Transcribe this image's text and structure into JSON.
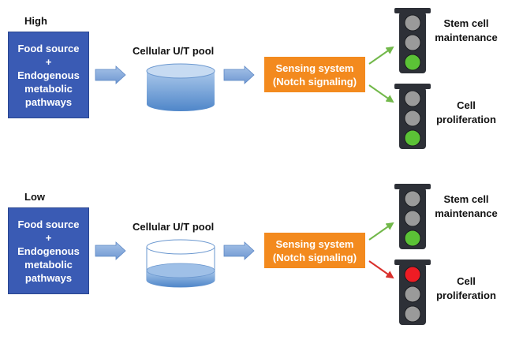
{
  "scenarios": [
    {
      "level": "High",
      "food": {
        "line1": "Food source",
        "line2": "+",
        "line3": "Endogenous",
        "line4": "metabolic",
        "line5": "pathways"
      },
      "pool_label": "Cellular U/T pool",
      "pool_fill": "high",
      "sensing": {
        "line1": "Sensing system",
        "line2": "(Notch signaling)"
      },
      "outcomes": [
        {
          "line1": "Stem cell",
          "line2": "maintenance",
          "light": "green"
        },
        {
          "line1": "Cell",
          "line2": "proliferation",
          "light": "green"
        }
      ]
    },
    {
      "level": "Low",
      "food": {
        "line1": "Food source",
        "line2": "+",
        "line3": "Endogenous",
        "line4": "metabolic",
        "line5": "pathways"
      },
      "pool_label": "Cellular U/T pool",
      "pool_fill": "low",
      "sensing": {
        "line1": "Sensing system",
        "line2": "(Notch signaling)"
      },
      "outcomes": [
        {
          "line1": "Stem cell",
          "line2": "maintenance",
          "light": "green"
        },
        {
          "line1": "Cell",
          "line2": "proliferation",
          "light": "red"
        }
      ]
    }
  ],
  "colors": {
    "food_box": "#3a5bb4",
    "sensing_box": "#f38a1e",
    "arrow_blue": "#7fa6d9",
    "arrow_green": "#72b84a",
    "arrow_red": "#d9302c",
    "light_green": "#5bc236",
    "light_red": "#ee1c24",
    "light_off": "#9a9a9a",
    "traffic_body": "#2d3037"
  }
}
